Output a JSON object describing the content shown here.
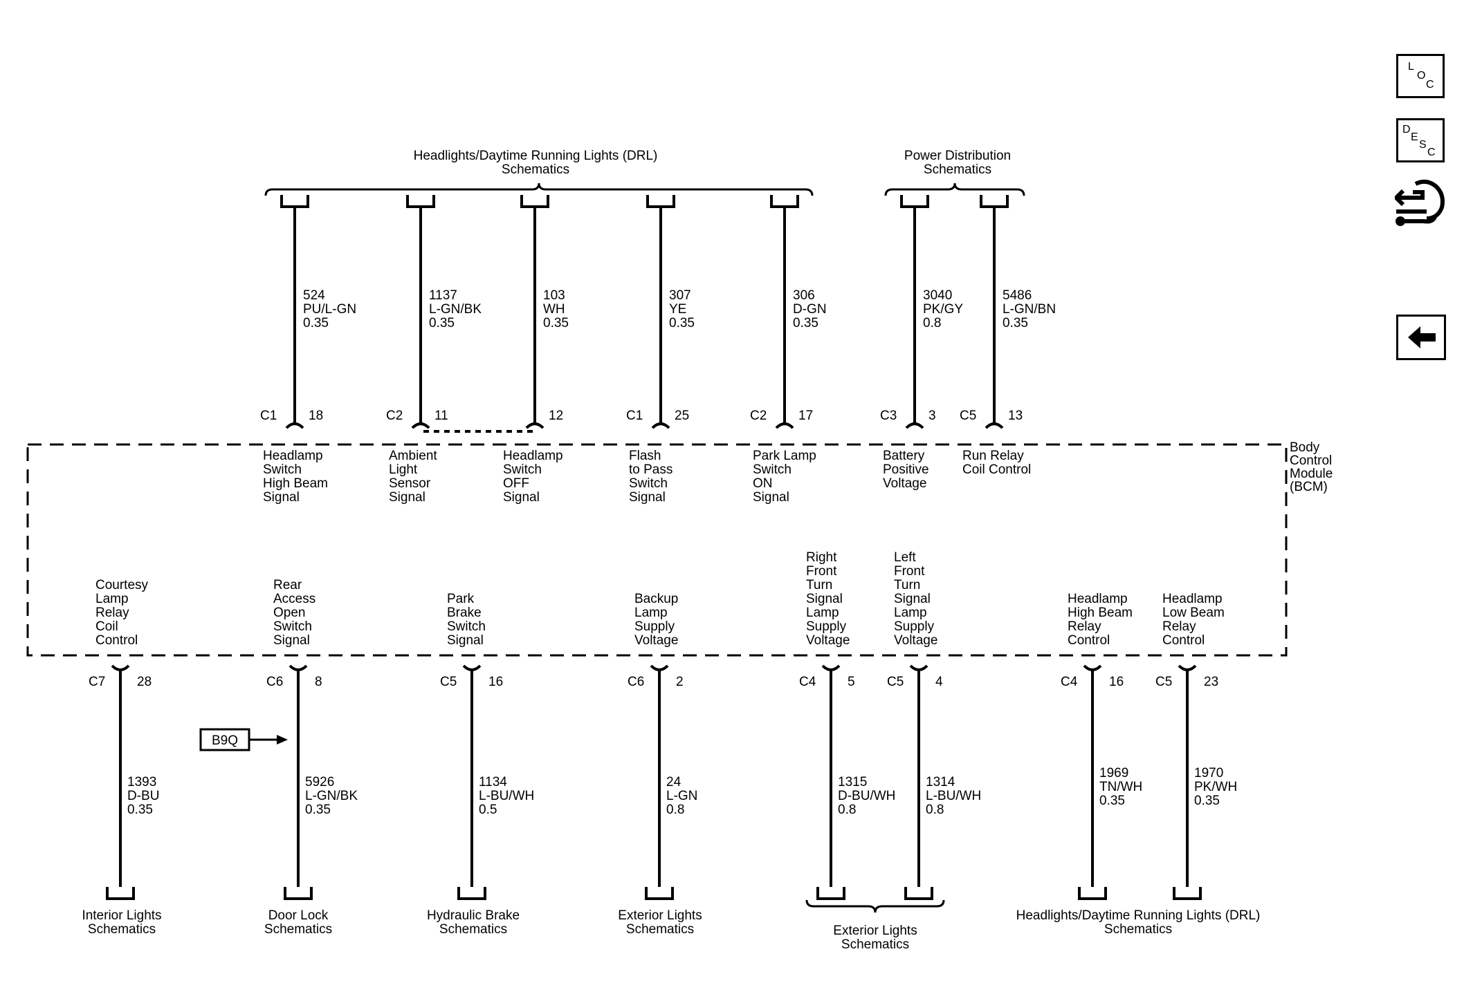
{
  "top_groups": [
    {
      "lines": [
        "Headlights/Daytime Running Lights (DRL)",
        "Schematics"
      ]
    },
    {
      "lines": [
        "Power Distribution",
        "Schematics"
      ]
    }
  ],
  "top_circuits": [
    {
      "circuit": "524",
      "color": "PU/L-GN",
      "gauge": "0.35",
      "connector": "C1",
      "pin": "18",
      "label": [
        "Headlamp",
        "Switch",
        "High Beam",
        "Signal"
      ]
    },
    {
      "circuit": "1137",
      "color": "L-GN/BK",
      "gauge": "0.35",
      "connector": "C2",
      "pin": "11",
      "label": [
        "Ambient",
        "Light",
        "Sensor",
        "Signal"
      ]
    },
    {
      "circuit": "103",
      "color": "WH",
      "gauge": "0.35",
      "connector": "",
      "pin": "12",
      "label": [
        "Headlamp",
        "Switch",
        "OFF",
        "Signal"
      ]
    },
    {
      "circuit": "307",
      "color": "YE",
      "gauge": "0.35",
      "connector": "C1",
      "pin": "25",
      "label": [
        "Flash",
        "to Pass",
        "Switch",
        "Signal"
      ]
    },
    {
      "circuit": "306",
      "color": "D-GN",
      "gauge": "0.35",
      "connector": "C2",
      "pin": "17",
      "label": [
        "Park Lamp",
        "Switch",
        "ON",
        "Signal"
      ]
    },
    {
      "circuit": "3040",
      "color": "PK/GY",
      "gauge": "0.8",
      "connector": "C3",
      "pin": "3",
      "label": [
        "Battery",
        "Positive",
        "Voltage"
      ]
    },
    {
      "circuit": "5486",
      "color": "L-GN/BN",
      "gauge": "0.35",
      "connector": "C5",
      "pin": "13",
      "label": [
        "Run Relay",
        "Coil Control"
      ]
    }
  ],
  "module_label": [
    "Body",
    "Control",
    "Module",
    "(BCM)"
  ],
  "bottom_circuits": [
    {
      "circuit": "1393",
      "color": "D-BU",
      "gauge": "0.35",
      "connector": "C7",
      "pin": "28",
      "label": [
        "Courtesy",
        "Lamp",
        "Relay",
        "Coil",
        "Control"
      ]
    },
    {
      "circuit": "5926",
      "color": "L-GN/BK",
      "gauge": "0.35",
      "connector": "C6",
      "pin": "8",
      "label": [
        "Rear",
        "Access",
        "Open",
        "Switch",
        "Signal"
      ]
    },
    {
      "circuit": "1134",
      "color": "L-BU/WH",
      "gauge": "0.5",
      "connector": "C5",
      "pin": "16",
      "label": [
        "Park",
        "Brake",
        "Switch",
        "Signal"
      ]
    },
    {
      "circuit": "24",
      "color": "L-GN",
      "gauge": "0.8",
      "connector": "C6",
      "pin": "2",
      "label": [
        "Backup",
        "Lamp",
        "Supply",
        "Voltage"
      ]
    },
    {
      "circuit": "1315",
      "color": "D-BU/WH",
      "gauge": "0.8",
      "connector": "C4",
      "pin": "5",
      "label": [
        "Right",
        "Front",
        "Turn",
        "Signal",
        "Lamp",
        "Supply",
        "Voltage"
      ]
    },
    {
      "circuit": "1314",
      "color": "L-BU/WH",
      "gauge": "0.8",
      "connector": "C5",
      "pin": "4",
      "label": [
        "Left",
        "Front",
        "Turn",
        "Signal",
        "Lamp",
        "Supply",
        "Voltage"
      ]
    },
    {
      "circuit": "1969",
      "color": "TN/WH",
      "gauge": "0.35",
      "connector": "C4",
      "pin": "16",
      "label": [
        "Headlamp",
        "High Beam",
        "Relay",
        "Control"
      ]
    },
    {
      "circuit": "1970",
      "color": "PK/WH",
      "gauge": "0.35",
      "connector": "C5",
      "pin": "23",
      "label": [
        "Headlamp",
        "Low Beam",
        "Relay",
        "Control"
      ]
    }
  ],
  "option_tag": "B9Q",
  "bottom_refs": [
    {
      "lines": [
        "Interior Lights",
        "Schematics"
      ]
    },
    {
      "lines": [
        "Door Lock",
        "Schematics"
      ]
    },
    {
      "lines": [
        "Hydraulic Brake",
        "Schematics"
      ]
    },
    {
      "lines": [
        "Exterior Lights",
        "Schematics"
      ]
    },
    {
      "lines": [
        "Exterior Lights",
        "Schematics"
      ]
    },
    {
      "lines": [
        "Headlights/Daytime Running Lights (DRL)",
        "Schematics"
      ]
    }
  ],
  "sidebar": {
    "loc": [
      "L",
      "O",
      "C"
    ],
    "desc": [
      "D",
      "E",
      "S",
      "C"
    ],
    "icons": [
      "diagnostic-hand-icon",
      "back-arrow-icon"
    ]
  }
}
